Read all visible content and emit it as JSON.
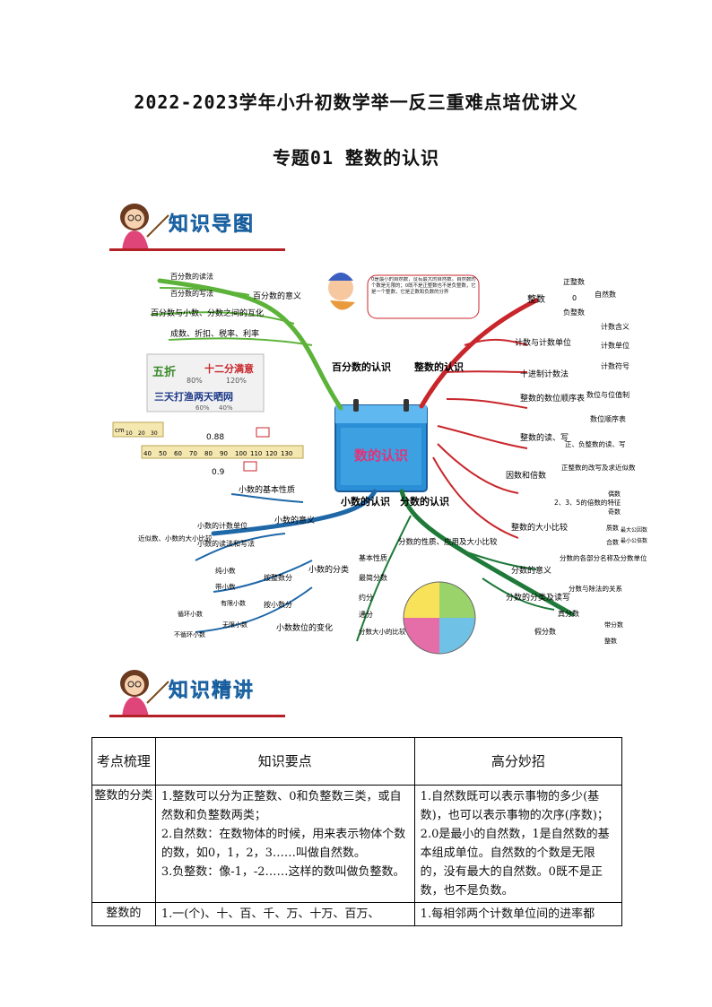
{
  "title": "2022-2023学年小升初数学举一反三重难点培优讲义",
  "subtitle": "专题01 整数的认识",
  "sections": {
    "map": "知识导图",
    "lecture": "知识精讲"
  },
  "mindmap": {
    "center": "数的认识",
    "baifenshu": {
      "branch": "百分数的认识",
      "items": [
        "百分数的读法",
        "百分数的写法",
        "百分数的意义",
        "百分数与小数、分数之间的互化",
        "成数、折扣、税率、利率"
      ],
      "board": {
        "a": "五折",
        "b": "十二分满意",
        "c": "80%",
        "d": "120%",
        "e": "三天打渔两天晒网",
        "f": "60%",
        "g": "40%"
      }
    },
    "zhengshu": {
      "branch": "整数的认识",
      "items": [
        "整数",
        "正整数",
        "0",
        "自然数",
        "负整数",
        "计数与计数单位",
        "计数含义",
        "计数单位",
        "计数符号",
        "十进制计数法",
        "整数的数位顺序表",
        "数位与位值制",
        "数位顺序表",
        "整数的读、写",
        "正、负整数的读、写",
        "正整数的改写及求近似数",
        "因数和倍数",
        "2、3、5的倍数的特征",
        "偶数",
        "奇数",
        "质数",
        "合数",
        "最大公因数",
        "最小公倍数",
        "整数的大小比较"
      ],
      "note": "0是最小的自然数，没有最大的自然数。自然数的个数是无限的；0既不是正整数也不是负整数，它是一个整数，它是正数和负数的分界"
    },
    "xiaoshu": {
      "branch": "小数的认识",
      "items": [
        "小数的基本性质",
        "小数的意义",
        "小数的计数单位",
        "小数的读法和写法",
        "近似数、小数的大小比较",
        "小数的分类",
        "按整数分",
        "纯小数",
        "带小数",
        "按小数分",
        "有限小数",
        "无限小数",
        "循环小数",
        "不循环小数",
        "小数数位的变化"
      ],
      "ruler": {
        "a": "0.88",
        "b": "0.9",
        "unit": "cm",
        "ticks": [
          "10",
          "20",
          "30",
          "40",
          "50",
          "60",
          "70",
          "80",
          "90",
          "100",
          "110",
          "120",
          "130"
        ]
      }
    },
    "fenshu": {
      "branch": "分数的认识",
      "items": [
        "分数的性质、应用及大小比较",
        "基本性质",
        "最简分数",
        "约分",
        "通分",
        "分数大小的比较",
        "分数的意义",
        "分数的各部分名称及分数单位",
        "分数与除法的关系",
        "分数的分类及读写",
        "真分数",
        "假分数",
        "带分数",
        "整数"
      ]
    }
  },
  "table": {
    "headers": [
      "考点梳理",
      "知识要点",
      "高分妙招"
    ],
    "rows": [
      {
        "topic": "整数的分类",
        "points": "1.整数可以分为正整数、0和负整数三类，或自然数和负整数两类；\n2.自然数：在数物体的时候，用来表示物体个数的数，如0，1，2，3……叫做自然数。\n3.负整数：像-1，-2……这样的数叫做负整数。",
        "tips": "1.自然数既可以表示事物的多少(基数)，也可以表示事物的次序(序数)；\n2.0是最小的自然数，1是自然数的基本组成单位。自然数的个数是无限的，没有最大的自然数。0既不是正数，也不是负数。"
      },
      {
        "topic": "整数的",
        "points": "1.一(个)、十、百、千、万、十万、百万、",
        "tips": "1.每相邻两个计数单位间的进率都"
      }
    ]
  },
  "colors": {
    "green": "#5db33a",
    "red": "#c8262b",
    "blue": "#1f68a8",
    "darkgreen": "#1f7a3a",
    "bannerText": "#2a7fc8",
    "bannerBar": "#b32025"
  }
}
